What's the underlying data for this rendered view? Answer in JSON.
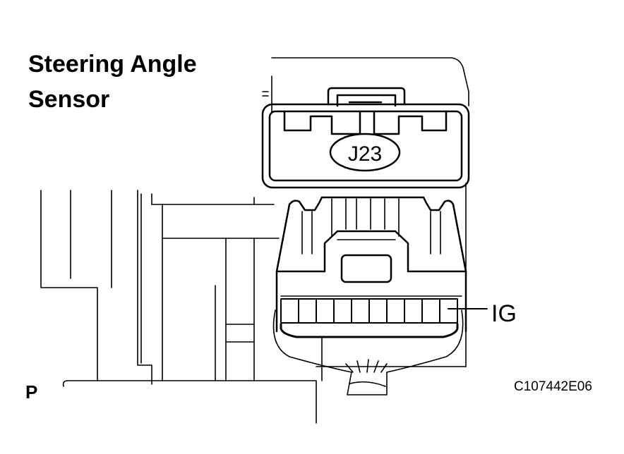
{
  "diagram": {
    "title_line1": "Steering Angle",
    "title_line2": "Sensor",
    "connector_label": "J23",
    "pin_label": "IG",
    "page_letter": "P",
    "figure_code": "C107442E06"
  },
  "colors": {
    "line": "#000000",
    "background": "#ffffff"
  }
}
